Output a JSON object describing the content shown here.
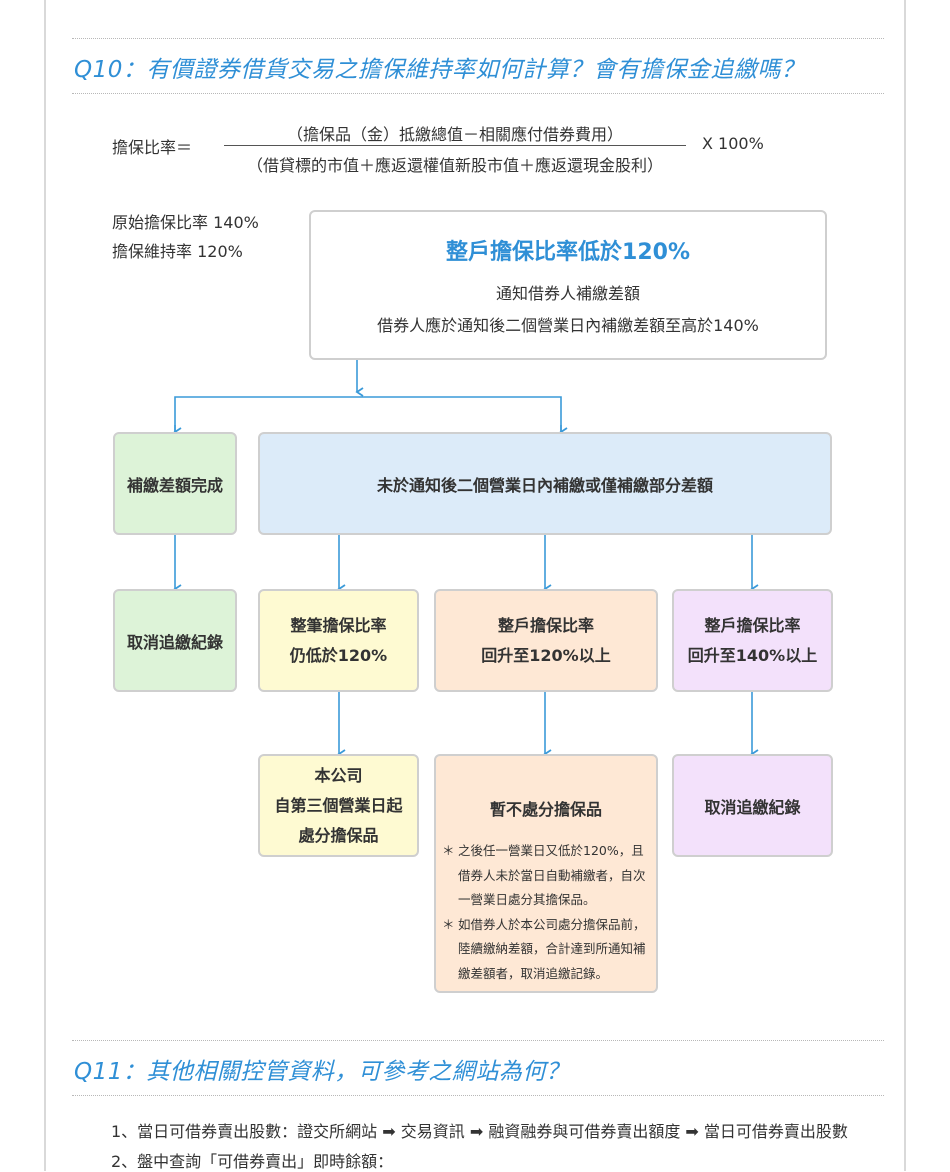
{
  "q10": {
    "title": "Q10：有價證券借貨交易之擔保維持率如何計算？會有擔保金追繳嗎？",
    "formula": {
      "label": "擔保比率＝",
      "numerator": "（擔保品（金）抵繳總值－相關應付借券費用）",
      "denominator": "（借貸標的市值＋應返還權值新股市值＋應返還現金股利）",
      "multiplier": "X 100%"
    },
    "initial_rate": "原始擔保比率 140%",
    "maintenance_rate": "擔保維持率 120%",
    "top_box": {
      "heading": "整戶擔保比率低於120%",
      "line1": "通知借券人補繳差額",
      "line2": "借券人應於通知後二個營業日內補繳差額至高於140%"
    },
    "paid_box": "補繳差額完成",
    "unpaid_box": "未於通知後二個營業日內補繳或僅補繳部分差額",
    "cancel_left": "取消追繳紀錄",
    "yellow_box": {
      "line1": "整筆擔保比率",
      "line2": "仍低於120%"
    },
    "peach_box": {
      "line1": "整戶擔保比率",
      "line2": "回升至120%以上"
    },
    "lilac_box": {
      "line1": "整戶擔保比率",
      "line2": "回升至140%以上"
    },
    "dispose_box": {
      "line1": "本公司",
      "line2": "自第三個營業日起",
      "line3": "處分擔保品"
    },
    "hold_box": {
      "heading": "暫不處分擔保品",
      "notes": [
        {
          "star": "＊",
          "lines": [
            "之後任一營業日又低於120%，且",
            "借券人未於當日自動補繳者，自次",
            "一營業日處分其擔保品。"
          ]
        },
        {
          "star": "＊",
          "lines": [
            "如借券人於本公司處分擔保品前，",
            "陸續繳納差額，合計達到所通知補",
            "繳差額者，取消追繳記錄。"
          ]
        }
      ]
    },
    "cancel_right": "取消追繳紀錄",
    "colors": {
      "accent": "#2f8fd6",
      "arrow": "#3a9ad9"
    }
  },
  "q11": {
    "title": "Q11：其他相關控管資料，可參考之網站為何？",
    "item1": "1、當日可借券賣出股數：證交所網站 ➡ 交易資訊 ➡ 融資融券與可借券賣出額度 ➡ 當日可借券賣出股數",
    "item2": "2、盤中查詢「可借券賣出」即時餘額："
  }
}
